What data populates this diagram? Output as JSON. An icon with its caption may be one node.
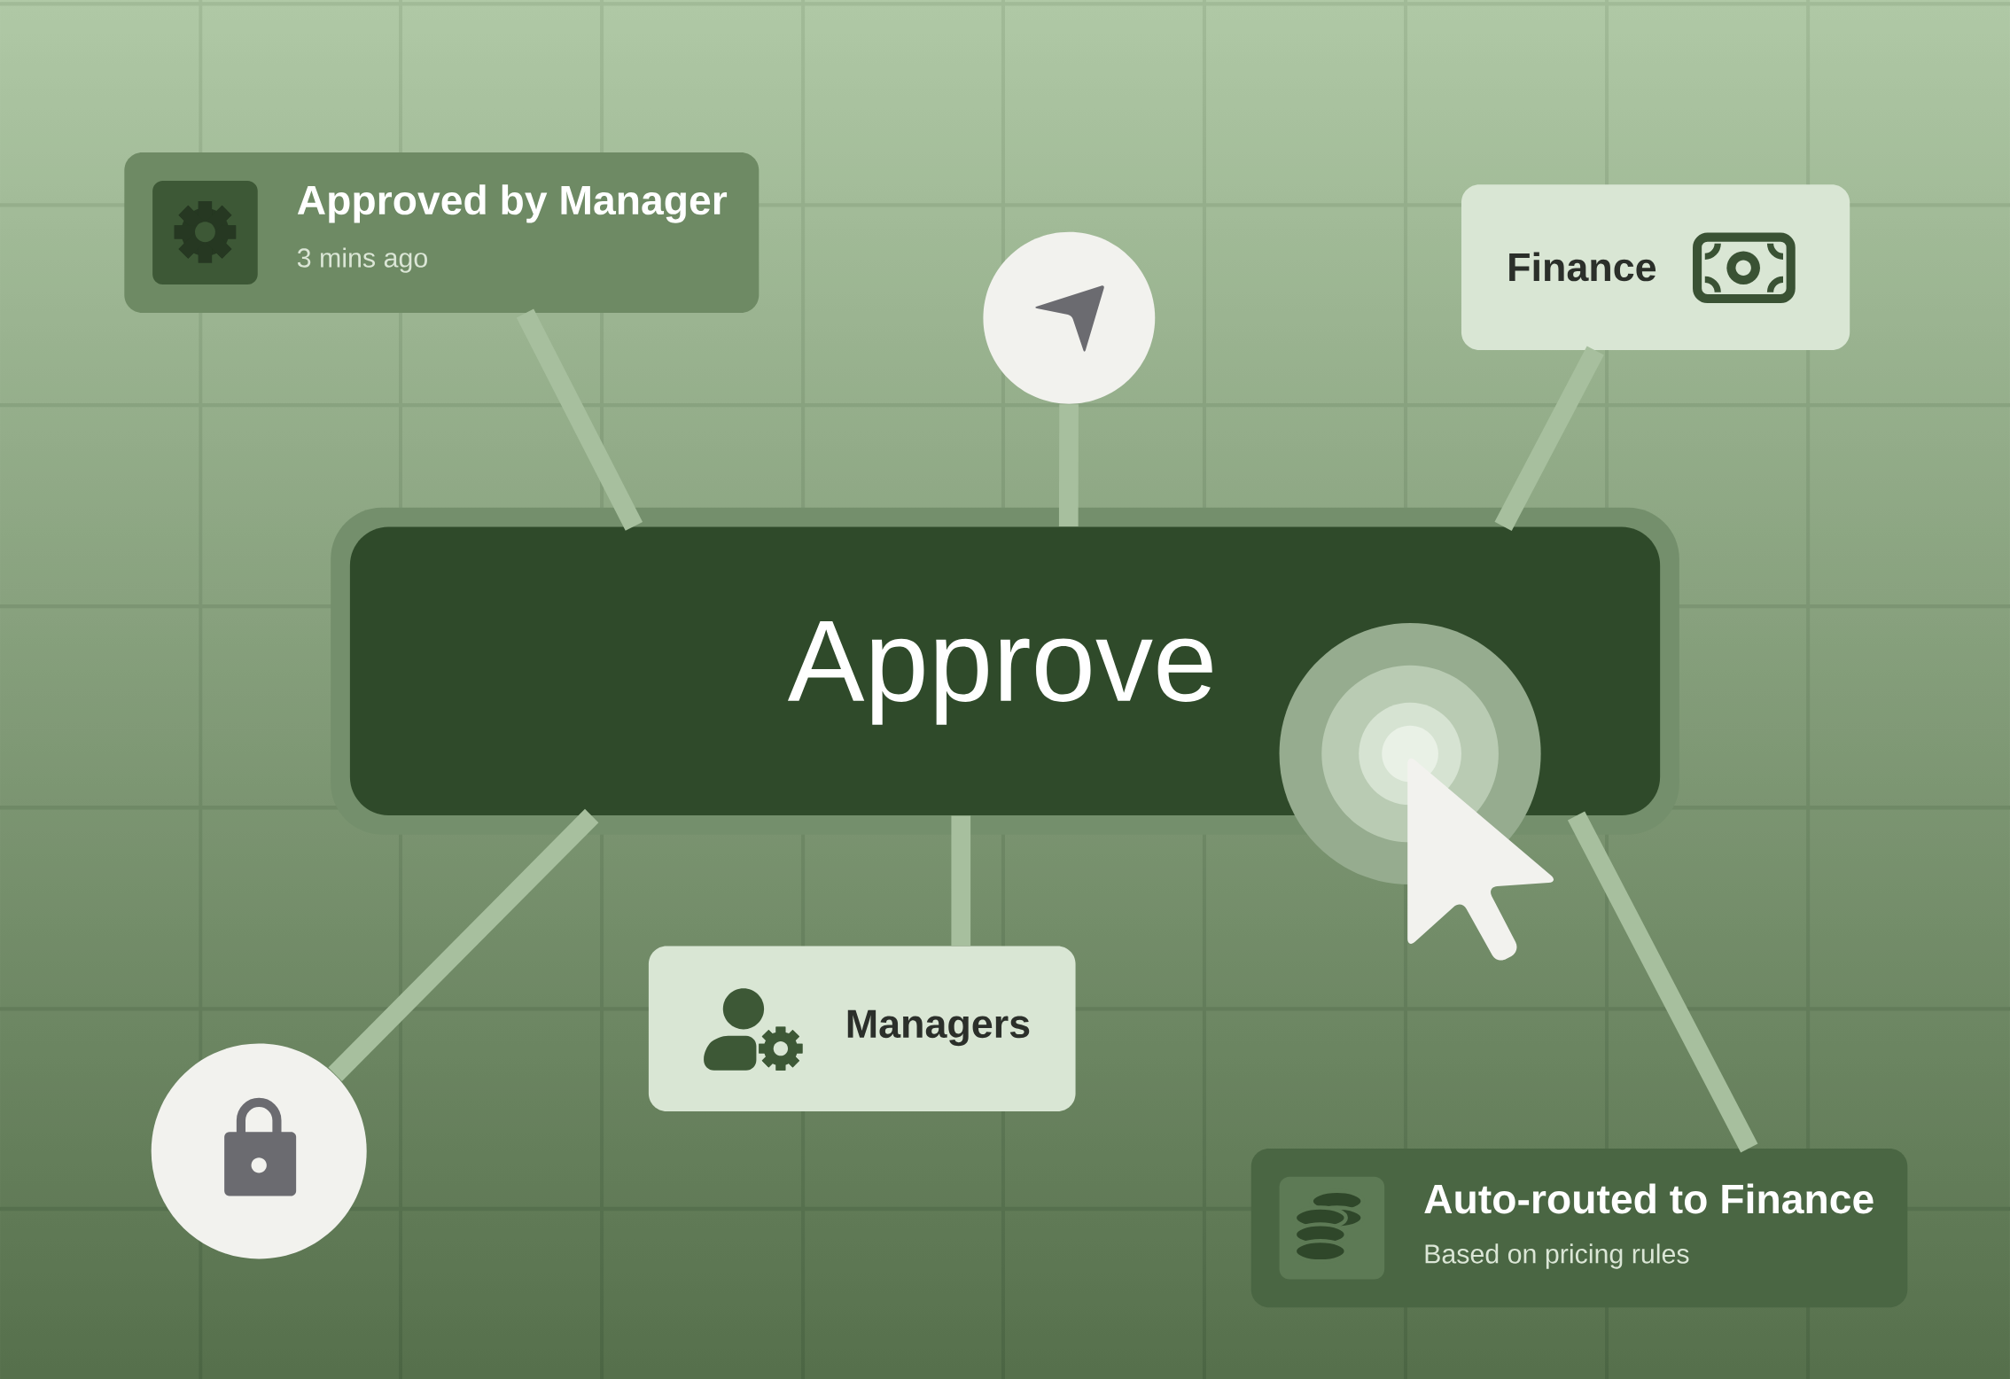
{
  "diagram": {
    "nodes": [
      {
        "text": [
          "Approve"
        ]
      },
      {
        "text": [
          "Approved by Manager",
          "3 mins ago"
        ]
      },
      {
        "text": [],
        "shape": "circle"
      },
      {
        "text": [
          "Finance"
        ]
      },
      {
        "text": [],
        "shape": "circle"
      },
      {
        "text": [
          "Managers"
        ]
      },
      {
        "text": [
          "Auto-routed to Finance",
          "Based on pricing rules"
        ]
      }
    ],
    "edges": [
      {
        "from": 0,
        "to": 1,
        "arrow": "none"
      },
      {
        "from": 0,
        "to": 2,
        "arrow": "none"
      },
      {
        "from": 0,
        "to": 3,
        "arrow": "none"
      },
      {
        "from": 0,
        "to": 4,
        "arrow": "none"
      },
      {
        "from": 0,
        "to": 5,
        "arrow": "none"
      },
      {
        "from": 0,
        "to": 6,
        "arrow": "none"
      }
    ]
  }
}
